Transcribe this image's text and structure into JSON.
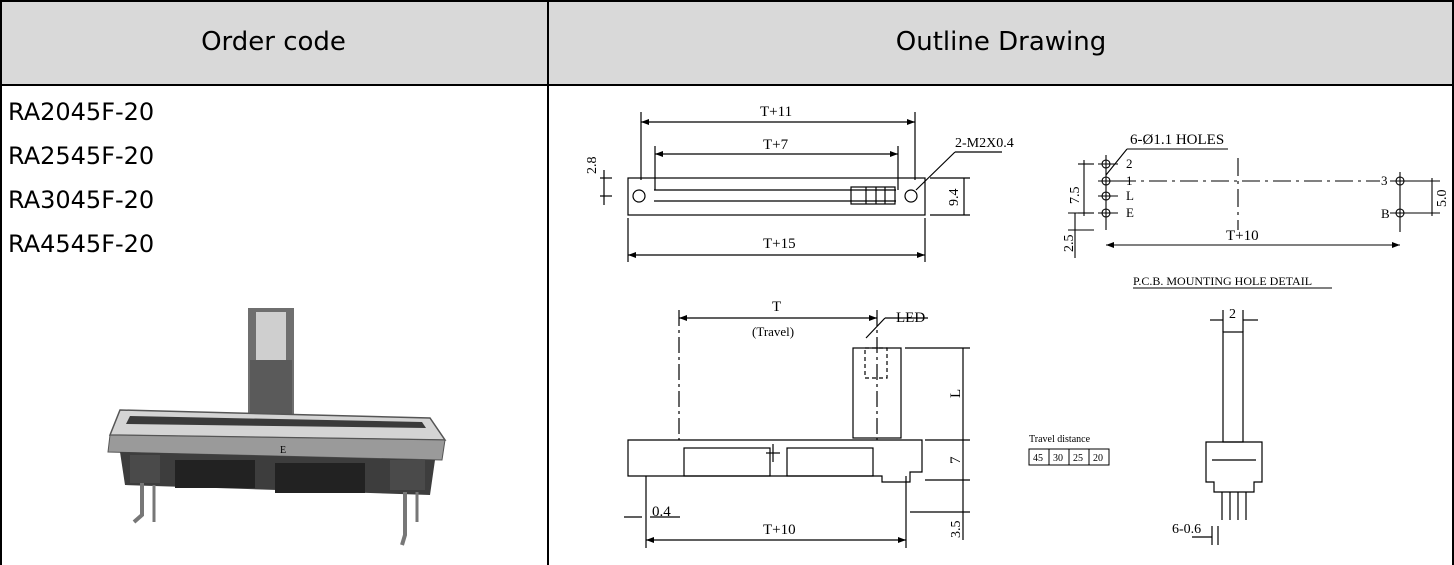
{
  "table": {
    "headers": {
      "left": "Order code",
      "right": "Outline Drawing"
    },
    "order_codes": [
      "RA2045F-20",
      "RA2545F-20",
      "RA3045F-20",
      "RA4545F-20"
    ]
  },
  "drawing": {
    "top": {
      "t11": "T+11",
      "t7": "T+7",
      "t15": "T+15",
      "m2": "2-M2X0.4",
      "h28": "2.8",
      "h94": "9.4"
    },
    "pcb": {
      "holes": "6-Ø1.1  HOLES",
      "pin2": "2",
      "pin1": "1",
      "pinL": "L",
      "pinE": "E",
      "pin3": "3",
      "pinB": "B",
      "d75": "7.5",
      "d25": "2.5",
      "d50": "5.0",
      "t10": "T+10",
      "caption": "P.C.B. MOUNTING HOLE DETAIL"
    },
    "side": {
      "t": "T",
      "travel": "(Travel)",
      "led": "LED",
      "l": "L",
      "d7": "7",
      "d04": "0.4",
      "t10": "T+10",
      "d35": "3.5"
    },
    "travel_distance": {
      "label": "Travel distance",
      "values": [
        "45",
        "30",
        "25",
        "20"
      ]
    },
    "end": {
      "d2": "2",
      "d606": "6-0.6"
    }
  }
}
